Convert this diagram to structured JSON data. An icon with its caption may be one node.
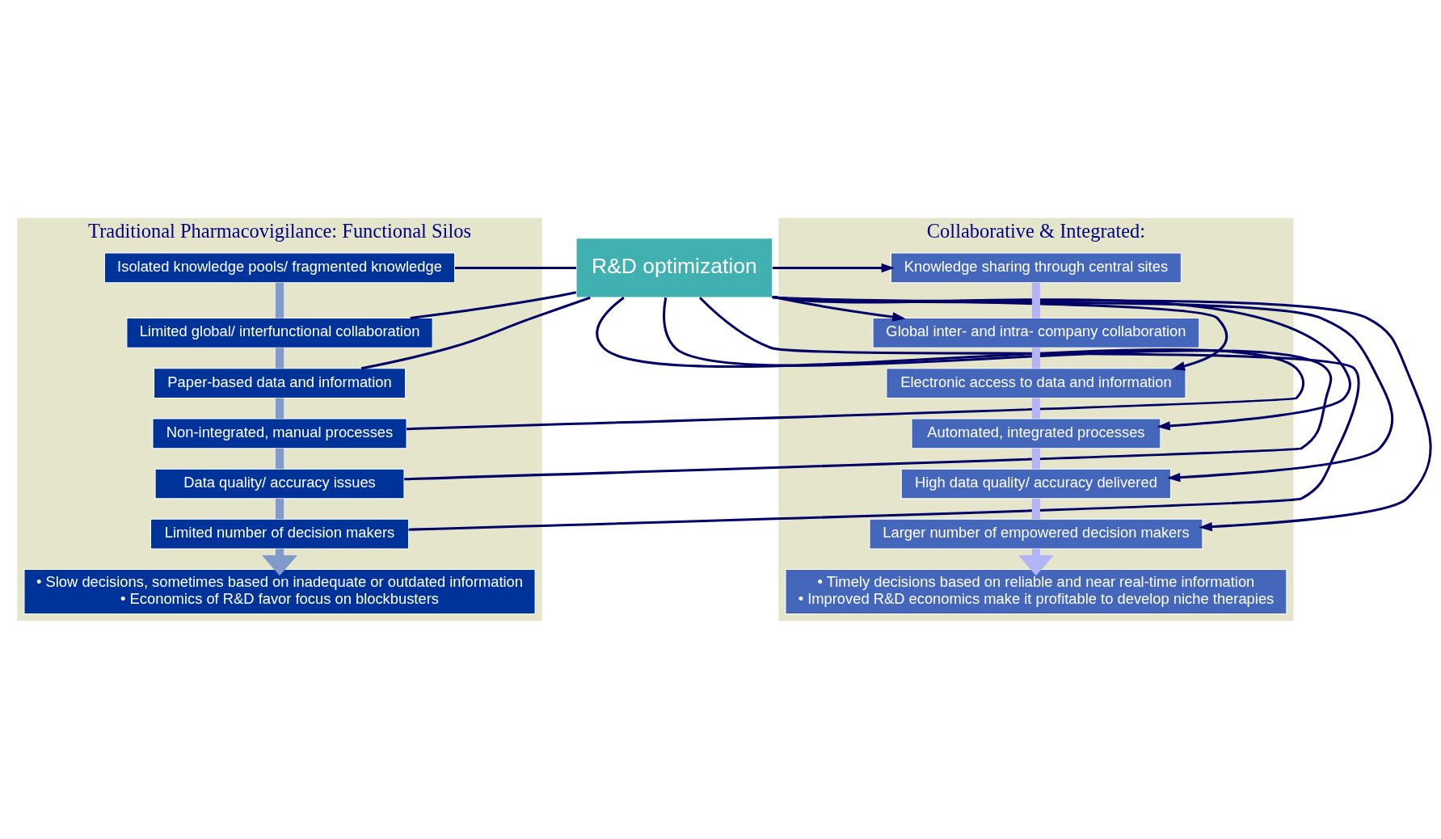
{
  "diagram": {
    "nodes": [
      {
        "text": [
          "Traditional Pharmacovigilance: Functional Silos"
        ]
      },
      {
        "text": [
          "Isolated knowledge pools/ fragmented knowledge"
        ],
        "in": 0
      },
      {
        "text": [
          "Limited global/ interfunctional collaboration"
        ],
        "in": 0
      },
      {
        "text": [
          "Paper-based data and information"
        ],
        "in": 0
      },
      {
        "text": [
          "Non-integrated, manual processes"
        ],
        "in": 0
      },
      {
        "text": [
          "Data quality/ accuracy issues"
        ],
        "in": 0
      },
      {
        "text": [
          "Limited number of decision makers"
        ],
        "in": 0
      },
      {
        "text": [
          "• Slow decisions, sometimes based on inadequate or outdated information",
          "• Economics of R&D favor focus on blockbusters"
        ],
        "in": 0
      },
      {
        "text": [
          "R&D optimization"
        ]
      },
      {
        "text": [
          "Collaborative & Integrated:"
        ]
      },
      {
        "text": [
          "Knowledge sharing through central sites"
        ],
        "in": 9
      },
      {
        "text": [
          "Global inter- and intra- company collaboration"
        ],
        "in": 9
      },
      {
        "text": [
          "Electronic access to data and information"
        ],
        "in": 9
      },
      {
        "text": [
          "Automated, integrated processes"
        ],
        "in": 9
      },
      {
        "text": [
          "High data quality/ accuracy delivered"
        ],
        "in": 9
      },
      {
        "text": [
          "Larger number of empowered decision makers"
        ],
        "in": 9
      },
      {
        "text": [
          "• Timely decisions based on reliable and near real-time information",
          "• Improved R&D economics make it profitable to develop niche therapies"
        ],
        "in": 9
      }
    ],
    "edges": [
      {
        "from": 1,
        "to": 2,
        "arrow": "none",
        "style": "thick",
        "color": "#7f9acb"
      },
      {
        "from": 2,
        "to": 3,
        "arrow": "none",
        "style": "thick",
        "color": "#7f9acb"
      },
      {
        "from": 3,
        "to": 4,
        "arrow": "none",
        "style": "thick",
        "color": "#7f9acb"
      },
      {
        "from": 4,
        "to": 5,
        "arrow": "none",
        "style": "thick",
        "color": "#7f9acb"
      },
      {
        "from": 5,
        "to": 6,
        "arrow": "none",
        "style": "thick",
        "color": "#7f9acb"
      },
      {
        "from": 6,
        "to": 7,
        "arrow": "to",
        "style": "thick",
        "color": "#7f9acb"
      },
      {
        "from": 10,
        "to": 11,
        "arrow": "none",
        "style": "thick",
        "color": "#b3b3f7"
      },
      {
        "from": 11,
        "to": 12,
        "arrow": "none",
        "style": "thick",
        "color": "#b3b3f7"
      },
      {
        "from": 12,
        "to": 13,
        "arrow": "none",
        "style": "thick",
        "color": "#b3b3f7"
      },
      {
        "from": 13,
        "to": 14,
        "arrow": "none",
        "style": "thick",
        "color": "#b3b3f7"
      },
      {
        "from": 14,
        "to": 15,
        "arrow": "none",
        "style": "thick",
        "color": "#b3b3f7"
      },
      {
        "from": 15,
        "to": 16,
        "arrow": "to",
        "style": "thick",
        "color": "#b3b3f7"
      },
      {
        "from": 1,
        "to": 8,
        "arrow": "none"
      },
      {
        "from": 2,
        "to": 8,
        "arrow": "none"
      },
      {
        "from": 3,
        "to": 8,
        "arrow": "none"
      },
      {
        "from": 4,
        "to": 8,
        "arrow": "none"
      },
      {
        "from": 5,
        "to": 8,
        "arrow": "none"
      },
      {
        "from": 6,
        "to": 8,
        "arrow": "none"
      },
      {
        "from": 8,
        "to": 10,
        "arrow": "to"
      },
      {
        "from": 8,
        "to": 11,
        "arrow": "to"
      },
      {
        "from": 8,
        "to": 12,
        "arrow": "to"
      },
      {
        "from": 8,
        "to": 13,
        "arrow": "to"
      },
      {
        "from": 8,
        "to": 14,
        "arrow": "to"
      },
      {
        "from": 8,
        "to": 15,
        "arrow": "to"
      }
    ]
  }
}
